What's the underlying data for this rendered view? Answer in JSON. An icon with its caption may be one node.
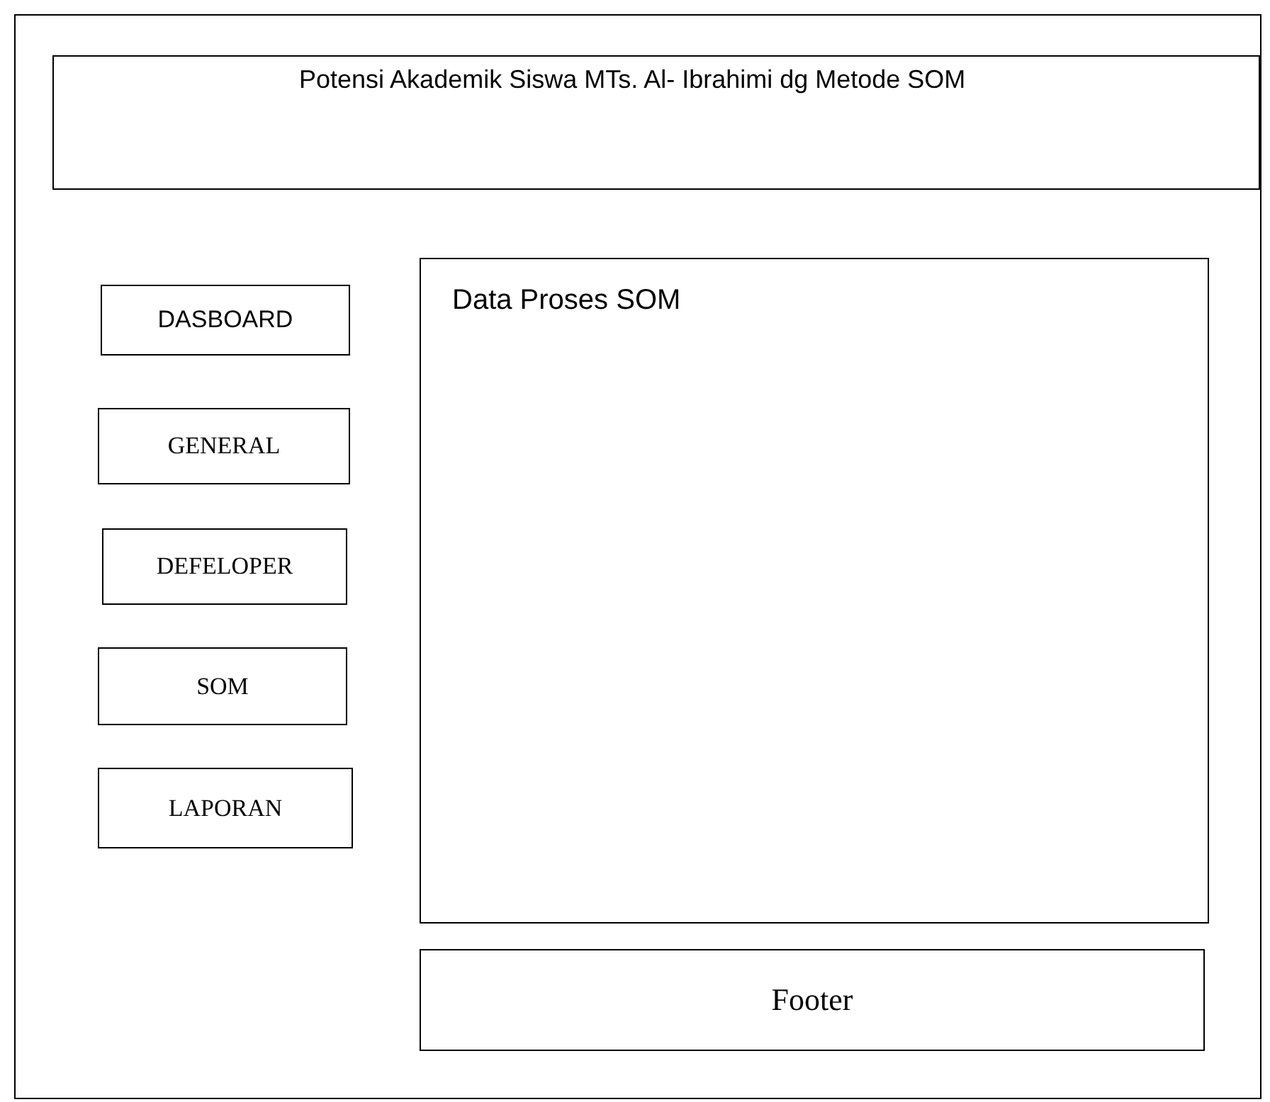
{
  "diagram": {
    "nodes": [
      {
        "text": [],
        "shape": "box"
      },
      {
        "text": [
          "Potensi Akademik Siswa MTs. Al- Ibrahimi dg Metode SOM"
        ],
        "in": 0
      },
      {
        "text": [
          "DASBOARD"
        ],
        "in": 0
      },
      {
        "text": [
          "GENERAL"
        ],
        "in": 0
      },
      {
        "text": [
          "DEFELOPER"
        ],
        "in": 0
      },
      {
        "text": [
          "SOM"
        ],
        "in": 0
      },
      {
        "text": [
          "LAPORAN"
        ],
        "in": 0
      },
      {
        "text": [
          "Data Proses SOM"
        ],
        "in": 0
      },
      {
        "text": [
          "Footer"
        ],
        "in": 0
      }
    ]
  }
}
